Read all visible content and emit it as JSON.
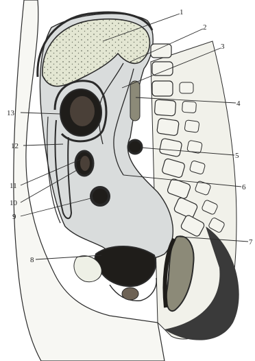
{
  "figure": {
    "labels": [
      "1",
      "2",
      "3",
      "4",
      "5",
      "6",
      "7",
      "8",
      "9",
      "10",
      "11",
      "12",
      "13"
    ]
  },
  "colors": {
    "body_outline": "#2a2a2a",
    "peritoneum_fill": "#d9dcdc",
    "liver_fill": "#e3e6d2",
    "liver_dots": "#6f7566",
    "organ_dark": "#1f1d1a",
    "organ_inner": "#4a4038",
    "vertebra_fill": "#f4f4ee",
    "rectum_fill": "#8c8a78",
    "skin_shadow": "#3a3a3a"
  }
}
